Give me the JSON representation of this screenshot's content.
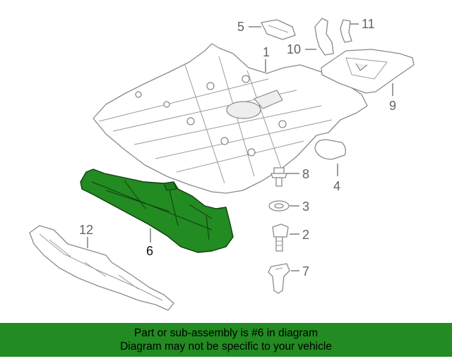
{
  "callouts": {
    "c1": "1",
    "c2": "2",
    "c3": "3",
    "c4": "4",
    "c5": "5",
    "c6": "6",
    "c7": "7",
    "c8": "8",
    "c9": "9",
    "c10": "10",
    "c11": "11",
    "c12": "12"
  },
  "highlight": {
    "part": "6",
    "color": "#228b22"
  },
  "banner": {
    "line1": "Part or sub-assembly is #6 in diagram",
    "line2": "Diagram may not be specific to your vehicle",
    "background": "#228b22"
  }
}
